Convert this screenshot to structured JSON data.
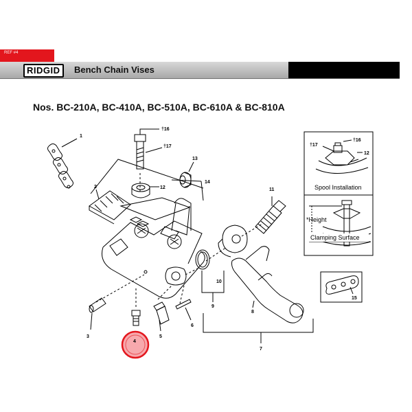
{
  "header": {
    "ref_tag": "REF #4",
    "brand": "RIDGID",
    "title": "Bench Chain Vises"
  },
  "models_heading": "Nos. BC-210A, BC-410A, BC-510A, BC-610A & BC-810A",
  "callouts": {
    "c1": "1",
    "c2": "2",
    "c3": "3",
    "c4": "4",
    "c5": "5",
    "c6": "6",
    "c7": "7",
    "c8": "8",
    "c9": "9",
    "c10": "10",
    "c11": "11",
    "c12": "12",
    "c13": "13",
    "c14": "14",
    "c15": "15",
    "c16": "†16",
    "c17": "†17",
    "inset_c16": "†16",
    "inset_c17": "†17",
    "inset_c12": "12"
  },
  "insets": {
    "spool_caption": "Spool Installation",
    "height_label": "*Height",
    "clamp_label": "Clamping Surface"
  },
  "highlight": {
    "part": "4",
    "color": "#e3161d"
  }
}
